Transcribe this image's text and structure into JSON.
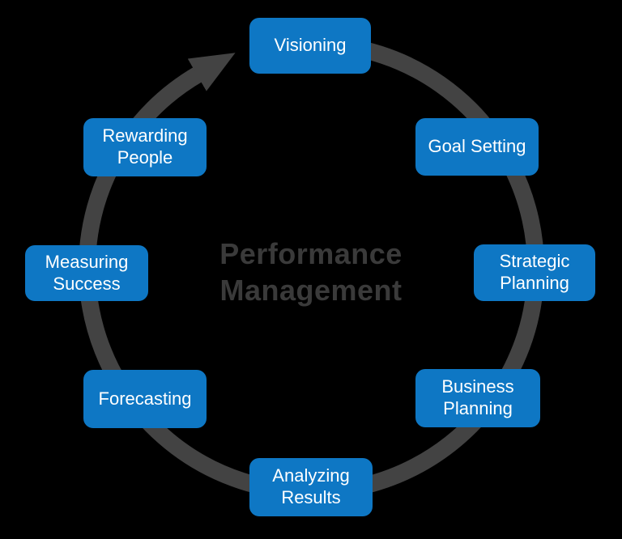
{
  "title": "Performance Management",
  "flow": {
    "direction": "clockwise"
  },
  "steps": [
    {
      "label": "Visioning"
    },
    {
      "label": "Goal Setting"
    },
    {
      "label": "Strategic Planning"
    },
    {
      "label": "Business Planning"
    },
    {
      "label": "Analyzing Results"
    },
    {
      "label": "Forecasting"
    },
    {
      "label": "Measuring Success"
    },
    {
      "label": "Rewarding People"
    }
  ],
  "colors": {
    "box": "#0e77c4",
    "box_text": "#ffffff",
    "ring": "#434343",
    "title_text": "#3a3a3a",
    "background": "#000000"
  }
}
